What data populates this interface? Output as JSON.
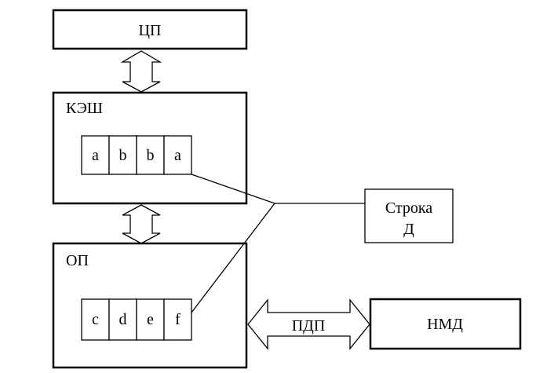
{
  "blocks": {
    "cpu": {
      "label": "ЦП"
    },
    "cache": {
      "label": "КЭШ",
      "cells": [
        "a",
        "b",
        "b",
        "a"
      ]
    },
    "ram": {
      "label": "ОП",
      "cells": [
        "c",
        "d",
        "e",
        "f"
      ]
    },
    "disk": {
      "label": "НМД"
    },
    "line_d": {
      "label_line1": "Строка",
      "label_line2": "Д"
    },
    "dma": {
      "label": "ПДП"
    }
  },
  "colors": {
    "stroke": "#000000",
    "fill": "#ffffff"
  }
}
